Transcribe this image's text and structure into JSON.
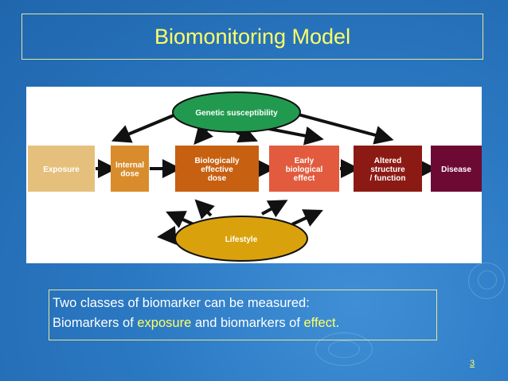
{
  "slide": {
    "title": "Biomonitoring Model",
    "page_number": "3"
  },
  "diagram": {
    "top_node": "Genetic susceptibility",
    "bottom_node": "Lifestyle",
    "stages": [
      {
        "lines": [
          "Exposure"
        ],
        "color": "#e5c07d"
      },
      {
        "lines": [
          "Internal",
          "dose"
        ],
        "color": "#d98c2b"
      },
      {
        "lines": [
          "Biologically",
          "effective",
          "dose"
        ],
        "color": "#c76010"
      },
      {
        "lines": [
          "Early",
          "biological",
          "effect"
        ],
        "color": "#e25b3e"
      },
      {
        "lines": [
          "Altered",
          "structure",
          "/ function"
        ],
        "color": "#8c1a14"
      },
      {
        "lines": [
          "Disease"
        ],
        "color": "#6d0a33"
      }
    ],
    "colors": {
      "top_node": "#219a4f",
      "bottom_node": "#d9a20d",
      "arrow": "#111111"
    }
  },
  "caption": {
    "line1": "Two classes of biomarker can be measured:",
    "line2_part1": "Biomarkers of ",
    "line2_part2": "exposure",
    "line2_part3": " and biomarkers of ",
    "line2_part4": "effect",
    "line2_part5": "."
  }
}
